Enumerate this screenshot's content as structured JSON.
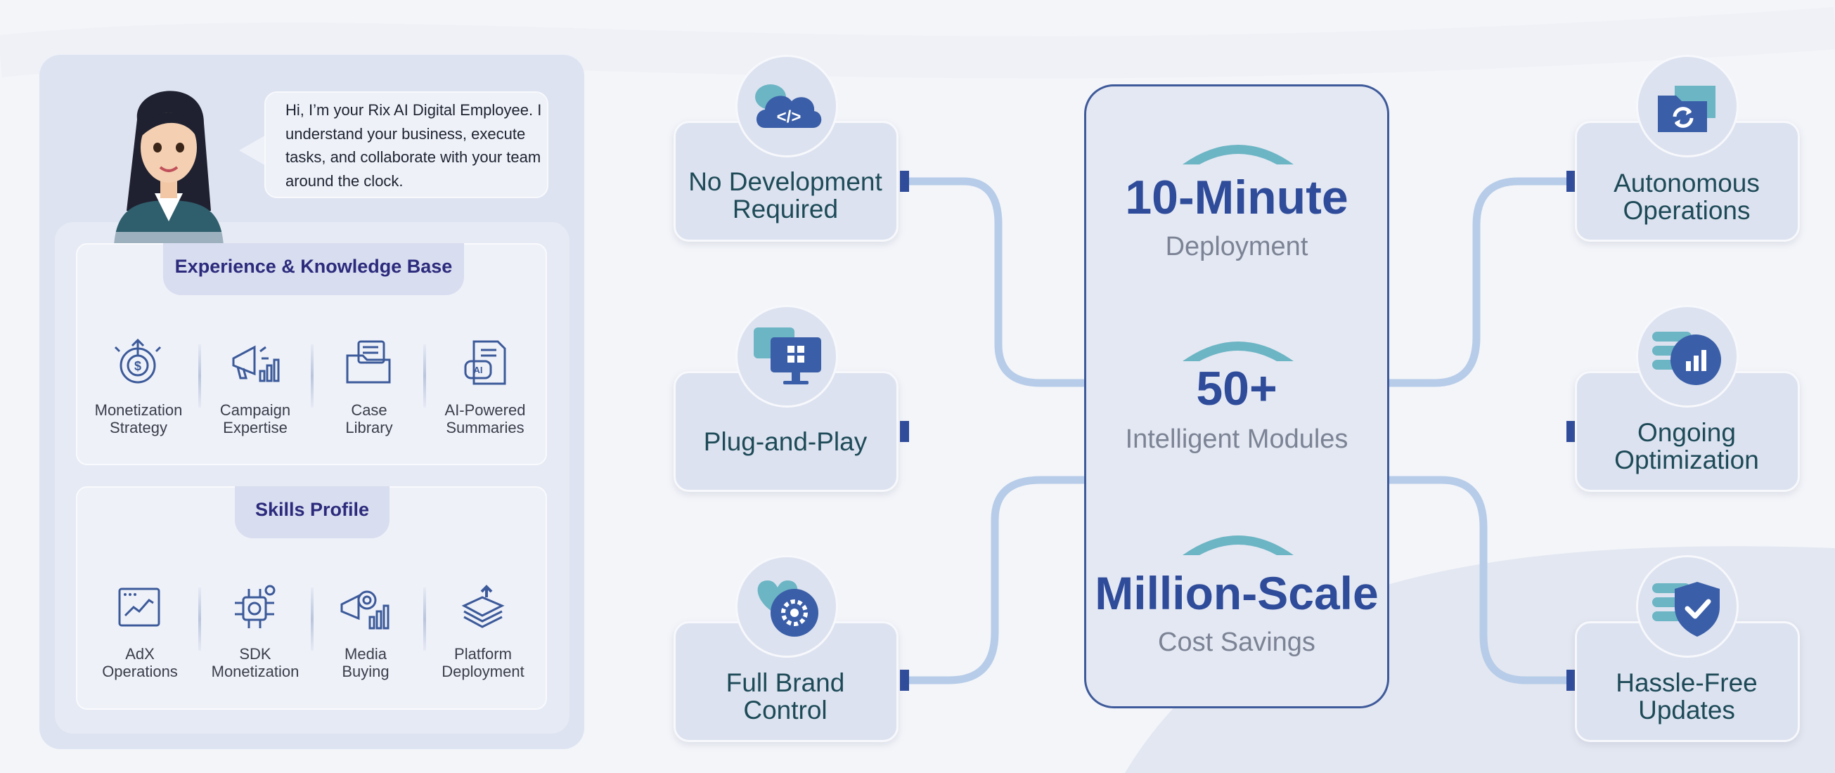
{
  "assistant": {
    "intro": "Hi, I’m your Rix AI Digital Employee. I understand your business, execute tasks, and collaborate with your team around the clock."
  },
  "knowledge": {
    "title": "Experience & Knowledge Base",
    "items": [
      {
        "line1": "Monetization",
        "line2": "Strategy",
        "icon": "dollar-target-icon"
      },
      {
        "line1": "Campaign",
        "line2": "Expertise",
        "icon": "megaphone-chart-icon"
      },
      {
        "line1": "Case",
        "line2": "Library",
        "icon": "folder-icon"
      },
      {
        "line1": "AI-Powered",
        "line2": "Summaries",
        "icon": "ai-document-icon"
      }
    ]
  },
  "skills": {
    "title": "Skills Profile",
    "items": [
      {
        "line1": "AdX",
        "line2": "Operations",
        "icon": "line-chart-window-icon"
      },
      {
        "line1": "SDK",
        "line2": "Monetization",
        "icon": "chip-dollar-icon"
      },
      {
        "line1": "Media",
        "line2": "Buying",
        "icon": "megaphone-target-icon"
      },
      {
        "line1": "Platform",
        "line2": "Deployment",
        "icon": "stacked-layers-icon"
      }
    ]
  },
  "features_left": [
    {
      "line1": "No Development",
      "line2": "Required",
      "icon": "cloud-code-icon"
    },
    {
      "line1": "Plug-and-Play",
      "line2": "",
      "icon": "monitor-apps-icon"
    },
    {
      "line1": "Full Brand",
      "line2": "Control",
      "icon": "brand-gear-icon"
    }
  ],
  "features_right": [
    {
      "line1": "Autonomous",
      "line2": "Operations",
      "icon": "folder-sync-icon"
    },
    {
      "line1": "Ongoing",
      "line2": "Optimization",
      "icon": "server-chart-icon"
    },
    {
      "line1": "Hassle-Free",
      "line2": "Updates",
      "icon": "shield-check-icon"
    }
  ],
  "stats": [
    {
      "value": "10-Minute",
      "label": "Deployment"
    },
    {
      "value": "50+",
      "label": "Intelligent Modules"
    },
    {
      "value": "Million-Scale",
      "label": "Cost Savings"
    }
  ],
  "colors": {
    "accent_blue": "#2f4c9a",
    "teal": "#6cb5c4",
    "connector": "#b7cce8"
  }
}
